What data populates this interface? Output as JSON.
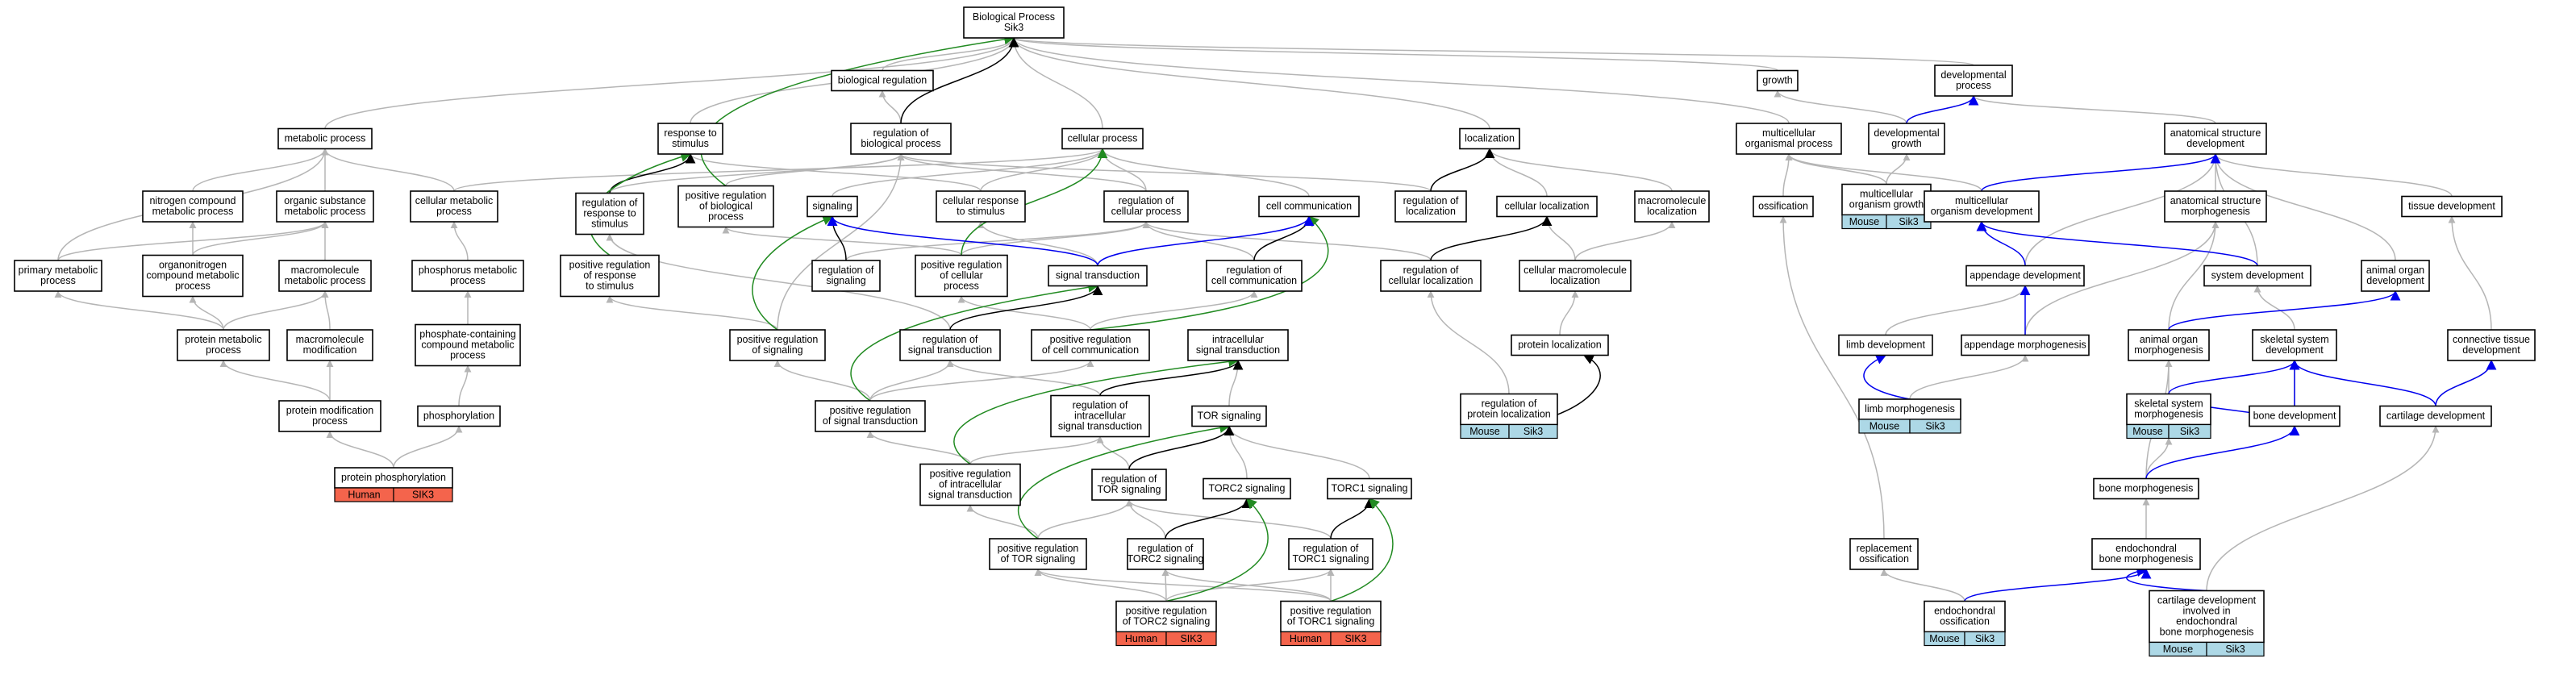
{
  "nodes": [
    {
      "id": "bp",
      "lines": [
        "Biological Process",
        "Sik3"
      ]
    },
    {
      "id": "bioreg",
      "lines": [
        "biological regulation"
      ]
    },
    {
      "id": "growth",
      "lines": [
        "growth"
      ]
    },
    {
      "id": "devproc",
      "lines": [
        "developmental",
        "process"
      ]
    },
    {
      "id": "metab",
      "lines": [
        "metabolic process"
      ]
    },
    {
      "id": "resp",
      "lines": [
        "response to",
        "stimulus"
      ]
    },
    {
      "id": "regbio",
      "lines": [
        "regulation of",
        "biological process"
      ]
    },
    {
      "id": "cellproc",
      "lines": [
        "cellular process"
      ]
    },
    {
      "id": "local",
      "lines": [
        "localization"
      ]
    },
    {
      "id": "multiorg",
      "lines": [
        "multicellular",
        "organismal process"
      ]
    },
    {
      "id": "devgrowth",
      "lines": [
        "developmental",
        "growth"
      ]
    },
    {
      "id": "anatdev",
      "lines": [
        "anatomical structure",
        "development"
      ]
    },
    {
      "id": "nitro",
      "lines": [
        "nitrogen compound",
        "metabolic process"
      ]
    },
    {
      "id": "orgsub",
      "lines": [
        "organic substance",
        "metabolic process"
      ]
    },
    {
      "id": "cellmet",
      "lines": [
        "cellular metabolic",
        "process"
      ]
    },
    {
      "id": "regresp",
      "lines": [
        "regulation of",
        "response to",
        "stimulus"
      ]
    },
    {
      "id": "posregbio",
      "lines": [
        "positive regulation",
        "of biological",
        "process"
      ]
    },
    {
      "id": "signaling",
      "lines": [
        "signaling"
      ]
    },
    {
      "id": "cellresp",
      "lines": [
        "cellular response",
        "to stimulus"
      ]
    },
    {
      "id": "regcellproc",
      "lines": [
        "regulation of",
        "cellular process"
      ]
    },
    {
      "id": "cellcomm",
      "lines": [
        "cell communication"
      ]
    },
    {
      "id": "reglocal",
      "lines": [
        "regulation of",
        "localization"
      ]
    },
    {
      "id": "celllocal",
      "lines": [
        "cellular localization"
      ]
    },
    {
      "id": "macroloc",
      "lines": [
        "macromolecule",
        "localization"
      ]
    },
    {
      "id": "ossif",
      "lines": [
        "ossification"
      ]
    },
    {
      "id": "multigrowth",
      "lines": [
        "multicellular",
        "organism growth"
      ],
      "badge": "mouse"
    },
    {
      "id": "multidev",
      "lines": [
        "multicellular",
        "organism development"
      ]
    },
    {
      "id": "anatmorph",
      "lines": [
        "anatomical structure",
        "morphogenesis"
      ]
    },
    {
      "id": "tissuedev",
      "lines": [
        "tissue development"
      ]
    },
    {
      "id": "primmet",
      "lines": [
        "primary metabolic",
        "process"
      ]
    },
    {
      "id": "organonitro",
      "lines": [
        "organonitrogen",
        "compound metabolic",
        "process"
      ]
    },
    {
      "id": "macromet",
      "lines": [
        "macromolecule",
        "metabolic process"
      ]
    },
    {
      "id": "phosmet",
      "lines": [
        "phosphorus metabolic",
        "process"
      ]
    },
    {
      "id": "posregresp",
      "lines": [
        "positive regulation",
        "of response",
        "to stimulus"
      ]
    },
    {
      "id": "regsig",
      "lines": [
        "regulation of",
        "signaling"
      ]
    },
    {
      "id": "posregcell",
      "lines": [
        "positive regulation",
        "of cellular",
        "process"
      ]
    },
    {
      "id": "sigtrans",
      "lines": [
        "signal transduction"
      ]
    },
    {
      "id": "regcellcomm",
      "lines": [
        "regulation of",
        "cell communication"
      ]
    },
    {
      "id": "regcelllocal",
      "lines": [
        "regulation of",
        "cellular localization"
      ]
    },
    {
      "id": "cellmacroloc",
      "lines": [
        "cellular macromolecule",
        "localization"
      ]
    },
    {
      "id": "appdev",
      "lines": [
        "appendage development"
      ]
    },
    {
      "id": "sysdev",
      "lines": [
        "system development"
      ]
    },
    {
      "id": "animorgdev",
      "lines": [
        "animal organ",
        "development"
      ]
    },
    {
      "id": "protmet",
      "lines": [
        "protein metabolic",
        "process"
      ]
    },
    {
      "id": "macromod",
      "lines": [
        "macromolecule",
        "modification"
      ]
    },
    {
      "id": "phoscont",
      "lines": [
        "phosphate-containing",
        "compound metabolic",
        "process"
      ]
    },
    {
      "id": "posregsig",
      "lines": [
        "positive regulation",
        "of signaling"
      ]
    },
    {
      "id": "regsigtrans",
      "lines": [
        "regulation of",
        "signal transduction"
      ]
    },
    {
      "id": "posregcellcomm",
      "lines": [
        "positive regulation",
        "of cell communication"
      ]
    },
    {
      "id": "intrasig",
      "lines": [
        "intracellular",
        "signal transduction"
      ]
    },
    {
      "id": "protloc",
      "lines": [
        "protein localization"
      ]
    },
    {
      "id": "limbdev",
      "lines": [
        "limb development"
      ]
    },
    {
      "id": "appmorph",
      "lines": [
        "appendage morphogenesis"
      ]
    },
    {
      "id": "animorgmorph",
      "lines": [
        "animal organ",
        "morphogenesis"
      ]
    },
    {
      "id": "skeldev",
      "lines": [
        "skeletal system",
        "development"
      ]
    },
    {
      "id": "conntissue",
      "lines": [
        "connective tissue",
        "development"
      ]
    },
    {
      "id": "protmodproc",
      "lines": [
        "protein modification",
        "process"
      ]
    },
    {
      "id": "phosph",
      "lines": [
        "phosphorylation"
      ]
    },
    {
      "id": "posregsigtrans",
      "lines": [
        "positive regulation",
        "of signal transduction"
      ]
    },
    {
      "id": "regintrasig",
      "lines": [
        "regulation of",
        "intracellular",
        "signal transduction"
      ]
    },
    {
      "id": "torsig",
      "lines": [
        "TOR signaling"
      ]
    },
    {
      "id": "regprotloc",
      "lines": [
        "regulation of",
        "protein localization"
      ],
      "badge": "mouse"
    },
    {
      "id": "limbmorph",
      "lines": [
        "limb morphogenesis"
      ],
      "badge": "mouse"
    },
    {
      "id": "skelmorph",
      "lines": [
        "skeletal system",
        "morphogenesis"
      ],
      "badge": "mouse"
    },
    {
      "id": "bonedev",
      "lines": [
        "bone development"
      ]
    },
    {
      "id": "cartdev",
      "lines": [
        "cartilage development"
      ]
    },
    {
      "id": "protphos",
      "lines": [
        "protein phosphorylation"
      ],
      "badge": "human"
    },
    {
      "id": "posregintra",
      "lines": [
        "positive regulation",
        "of intracellular",
        "signal transduction"
      ]
    },
    {
      "id": "regtor",
      "lines": [
        "regulation of",
        "TOR signaling"
      ]
    },
    {
      "id": "torc2",
      "lines": [
        "TORC2 signaling"
      ]
    },
    {
      "id": "torc1",
      "lines": [
        "TORC1 signaling"
      ]
    },
    {
      "id": "bonemorph",
      "lines": [
        "bone morphogenesis"
      ]
    },
    {
      "id": "posregtor",
      "lines": [
        "positive regulation",
        "of TOR signaling"
      ]
    },
    {
      "id": "regtorc2",
      "lines": [
        "regulation of",
        "TORC2 signaling"
      ]
    },
    {
      "id": "regtorc1",
      "lines": [
        "regulation of",
        "TORC1 signaling"
      ]
    },
    {
      "id": "replossif",
      "lines": [
        "replacement",
        "ossification"
      ]
    },
    {
      "id": "endobone",
      "lines": [
        "endochondral",
        "bone morphogenesis"
      ]
    },
    {
      "id": "posregtorc2",
      "lines": [
        "positive regulation",
        "of TORC2 signaling"
      ],
      "badge": "human"
    },
    {
      "id": "posregtorc1",
      "lines": [
        "positive regulation",
        "of TORC1 signaling"
      ],
      "badge": "human"
    },
    {
      "id": "endoossif",
      "lines": [
        "endochondral",
        "ossification"
      ],
      "badge": "mouse"
    },
    {
      "id": "cartendo",
      "lines": [
        "cartilage development",
        "involved in",
        "endochondral",
        "bone morphogenesis"
      ],
      "badge": "mouse"
    }
  ],
  "badges": {
    "mouse": {
      "species": "Mouse",
      "gene": "Sik3",
      "color": "#add8e6"
    },
    "human": {
      "species": "Human",
      "gene": "SIK3",
      "color": "#f4644c"
    }
  },
  "colors": {
    "gray": "#b5b5b5",
    "black": "#000000",
    "green": "#228b22",
    "blue": "#0000ee"
  }
}
